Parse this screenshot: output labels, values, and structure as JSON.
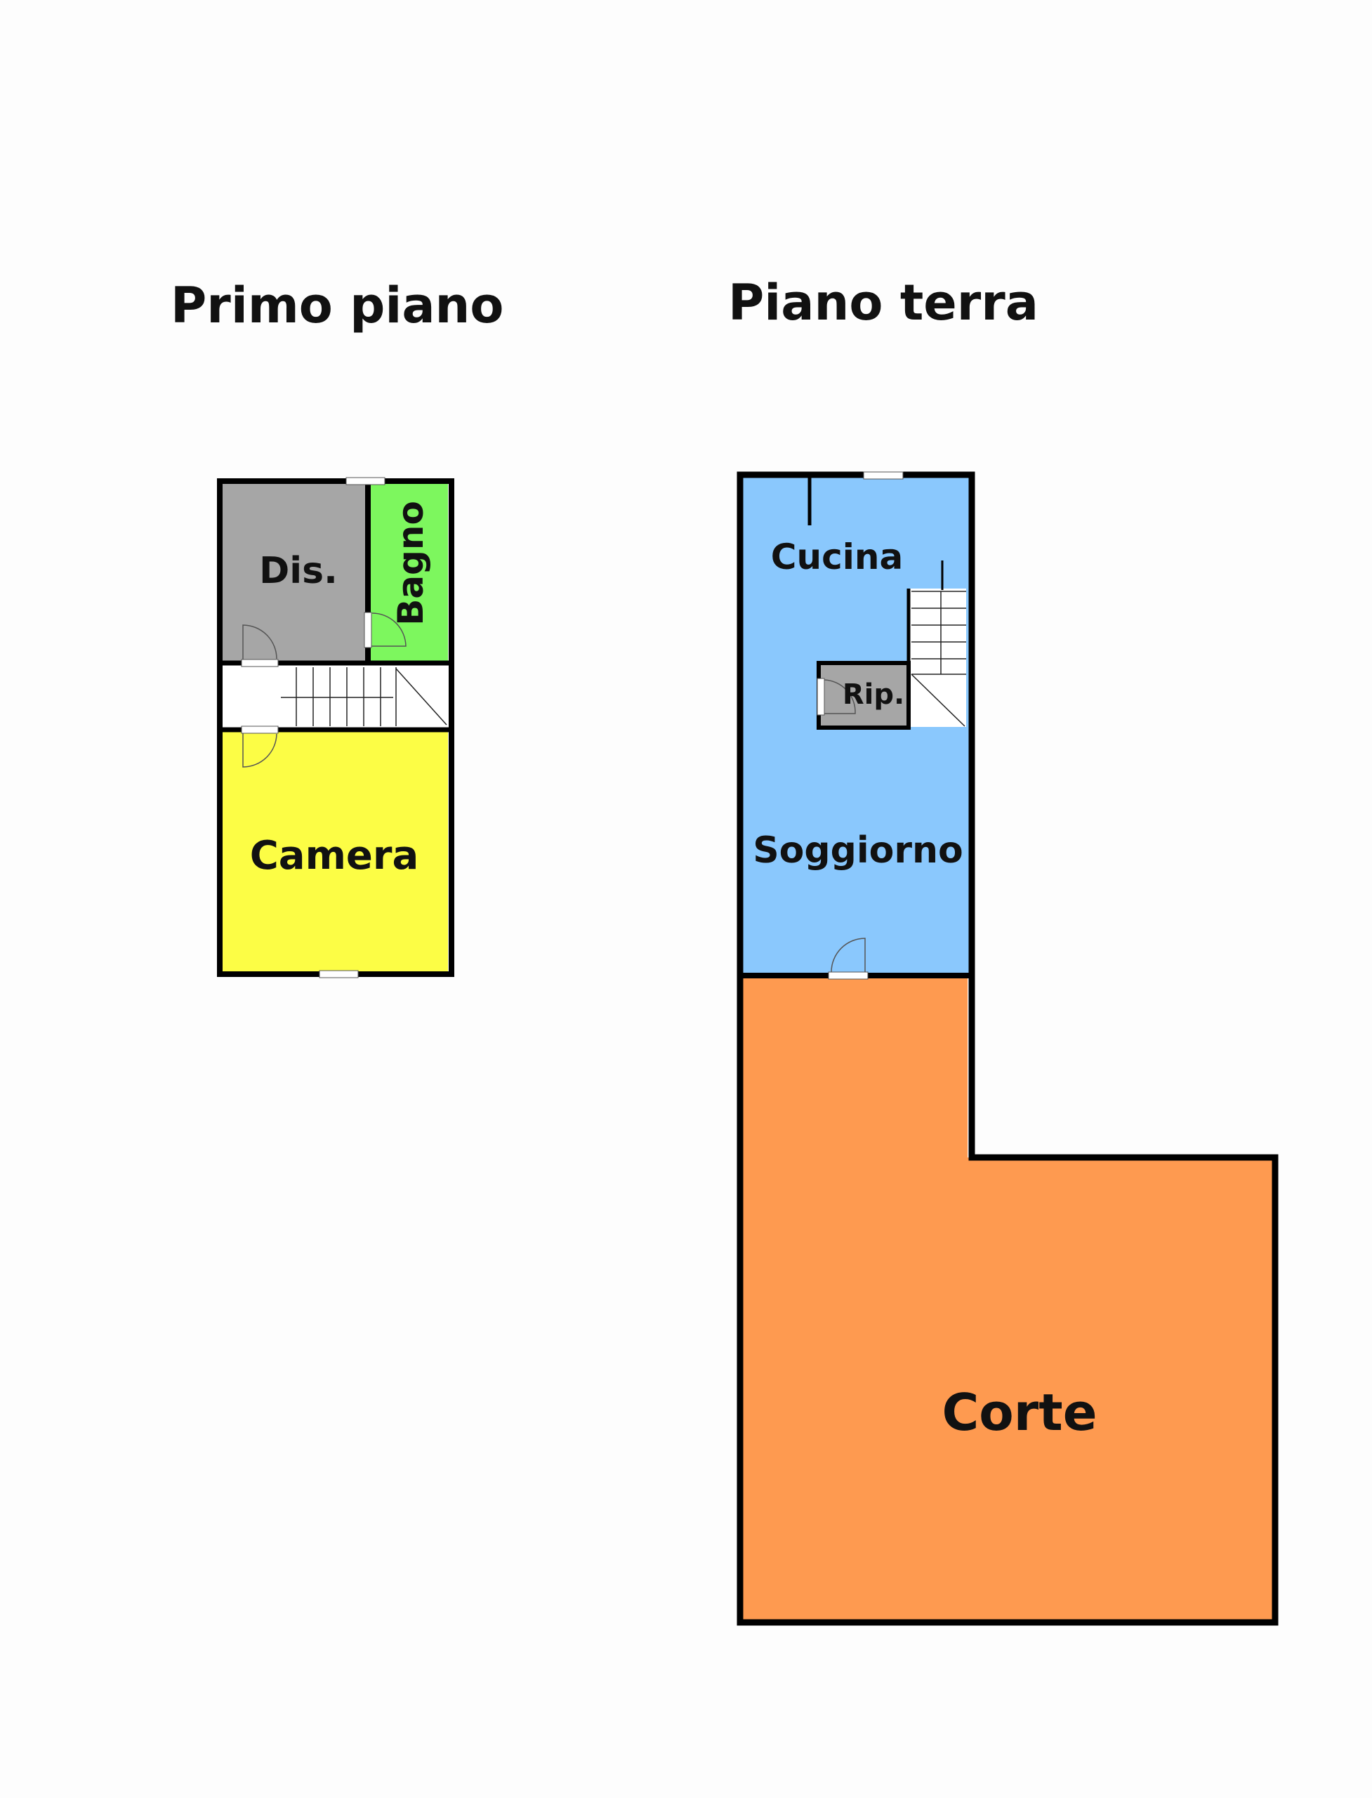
{
  "titles": {
    "first_floor": "Primo piano",
    "ground_floor": "Piano terra"
  },
  "rooms": {
    "dis": {
      "label": "Dis.",
      "color": "#a6a6a6"
    },
    "bagno": {
      "label": "Bagno",
      "color": "#7df75e"
    },
    "camera": {
      "label": "Camera",
      "color": "#fcfd45"
    },
    "cucina": {
      "label": "Cucina",
      "color": "#8ac8fd"
    },
    "ripostiglio": {
      "label": "Rip.",
      "color": "#a6a6a6"
    },
    "soggiorno": {
      "label": "Soggiorno",
      "color": "#8ac8fd"
    },
    "corte": {
      "label": "Corte",
      "color": "#fe9a50"
    }
  },
  "colors": {
    "wall": "#000000",
    "stair_bg": "#ffffff"
  }
}
